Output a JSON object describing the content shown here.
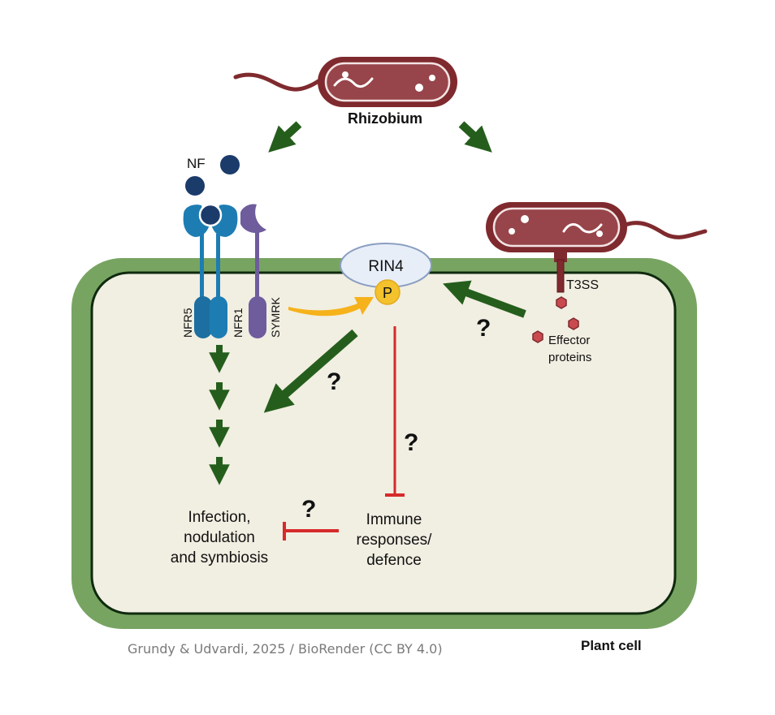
{
  "title": "Rhizobium effector proteins and RIN4 phosphorylation in plant cell symbiosis vs immunity",
  "colors": {
    "cell_wall": "#78a462",
    "cell_membrane": "#0e2a0e",
    "cytoplasm": "#f1eee2",
    "bacterium": "#7f2a2e",
    "bacterium_fill": "#97454a",
    "nf_molecule": "#1b3b6a",
    "nfr": "#1d7db3",
    "symrk": "#6e5c9d",
    "rin4_fill": "#e7eef8",
    "rin4_border": "#8a9ec0",
    "phospho": "#f3c22c",
    "activation_arrow": "#255e1c",
    "inhibition": "#d62a2a",
    "phospho_arrow": "#f6b21b",
    "effector": "#c94a4e"
  },
  "labels": {
    "rhizobium": "Rhizobium",
    "nf": "NF",
    "nfr5": "NFR5",
    "nfr1": "NFR1",
    "symrk": "SYMRK",
    "rin4": "RIN4",
    "phospho": "P",
    "t3ss": "T3SS",
    "effector_line1": "Effector",
    "effector_line2": "proteins",
    "infection_line1": "Infection,",
    "infection_line2": "nodulation",
    "infection_line3": "and symbiosis",
    "immune_line1": "Immune",
    "immune_line2": "responses/",
    "immune_line3": "defence",
    "plant_cell": "Plant cell",
    "question": "?",
    "credit": "Grundy & Udvardi, 2025 / BioRender (CC BY 4.0)"
  }
}
